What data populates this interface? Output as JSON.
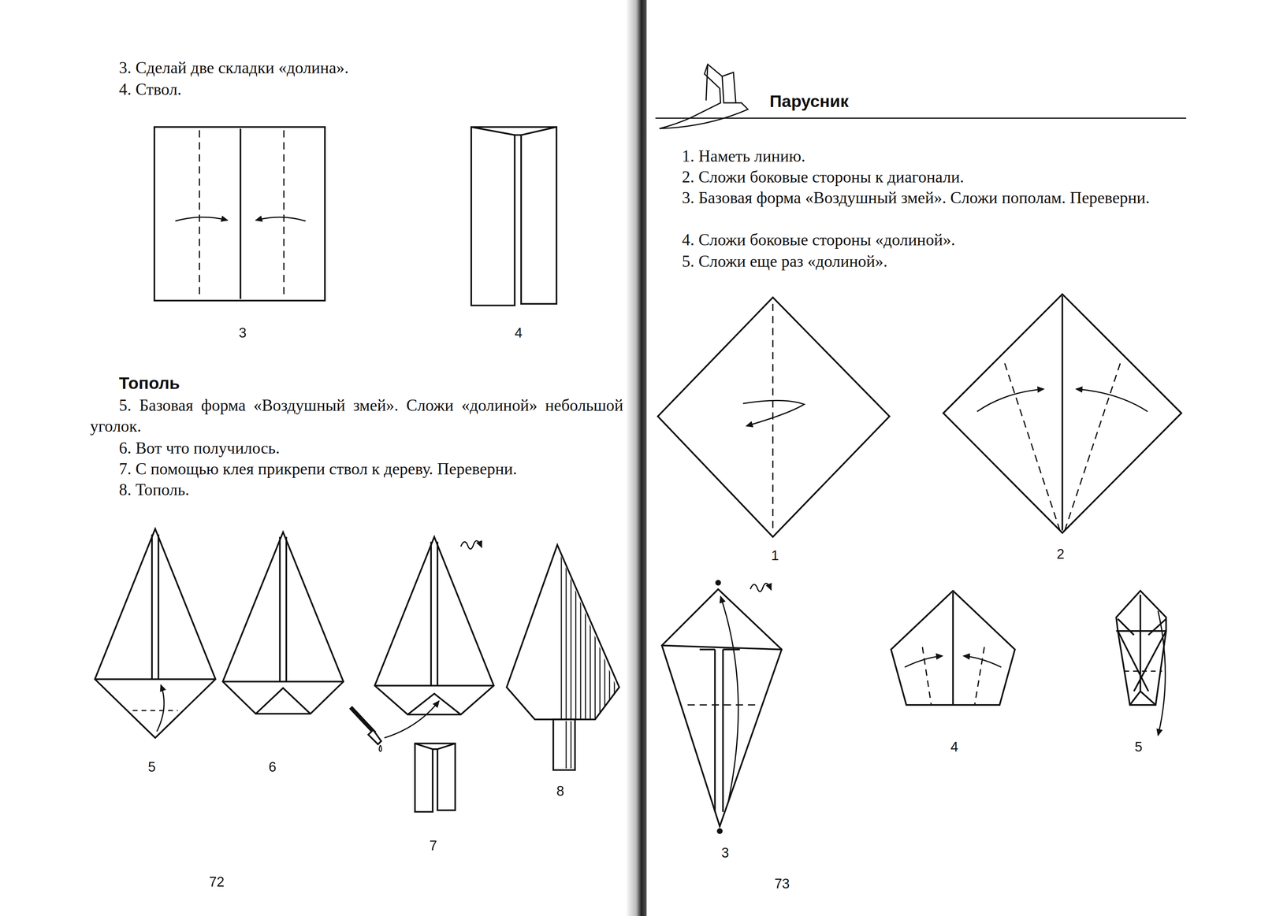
{
  "diagram": {
    "title": "Парусник",
    "labels": [
      "3. Сделай две складки «долина».",
      "4. Ствол.",
      "3",
      "4",
      "Тополь",
      "5. Базовая форма «Воздушный змей». Сложи «долиной» небольшой уголок.",
      "6. Вот что получилось.",
      "7. С помощью клея прикрепи ствол к дереву. Переверни.",
      "8. Тополь.",
      "5",
      "6",
      "7",
      "8",
      "72",
      "1. Наметь линию.",
      "2. Сложи боковые стороны к диагонали.",
      "3. Базовая форма «Воздушный змей». Сложи пополам. Переверни.",
      "4. Сложи боковые стороны «долиной».",
      "5. Сложи еще раз «долиной».",
      "1",
      "2",
      "3",
      "4",
      "5",
      "73"
    ]
  }
}
